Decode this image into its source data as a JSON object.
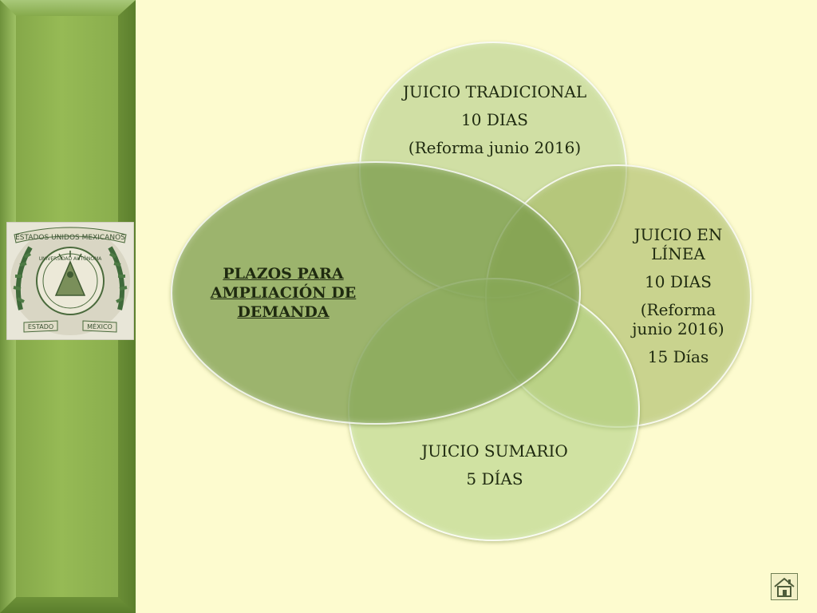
{
  "emblem": {
    "top_text": "ESTADOS UNIDOS MEXICANOS",
    "middle_text": "UNIVERSIDAD AUTÓNOMA",
    "bottom_left": "ESTADO",
    "bottom_right": "MÉXICO"
  },
  "diagram": {
    "center": {
      "lines": [
        "PLAZOS PARA",
        "AMPLIACIÓN DE",
        "DEMANDA"
      ]
    },
    "top": {
      "lines": [
        "JUICIO TRADICIONAL",
        "10 DIAS",
        "(Reforma junio 2016)"
      ]
    },
    "right": {
      "lines": [
        "JUICIO EN",
        "LÍNEA",
        "10 DIAS",
        "(Reforma",
        "junio 2016)",
        "15 Días"
      ]
    },
    "bottom": {
      "lines": [
        "JUICIO SUMARIO",
        "5 DÍAS"
      ]
    }
  },
  "colors": {
    "background": "#fdfbcf",
    "sidebar_green": "#8cb04f",
    "center_circle": "#76984a",
    "outer_circles": "#b2cd87"
  },
  "icons": {
    "home": "home-icon"
  }
}
